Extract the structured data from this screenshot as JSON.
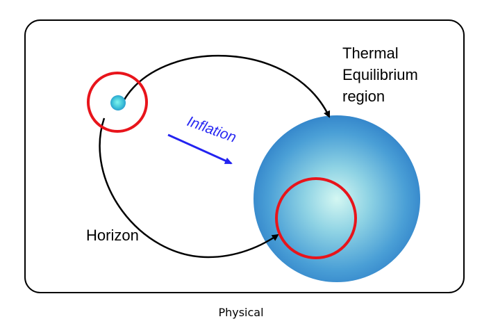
{
  "diagram": {
    "labels": {
      "thermal_line1": "Thermal",
      "thermal_line2": "Equilibrium",
      "thermal_line3": "region",
      "inflation": "Inflation",
      "horizon": "Horizon"
    },
    "caption": "Physical",
    "colors": {
      "frame_stroke": "#000000",
      "horizon_ring": "#e8141b",
      "arrow": "#000000",
      "inflation_arrow": "#2323f0",
      "inflation_text": "#2a2af2",
      "sphere_center": "#c8f4ef",
      "sphere_edge": "#2f80c8",
      "small_sphere_center": "#6ff2ea",
      "small_sphere_edge": "#1e88c8"
    }
  }
}
